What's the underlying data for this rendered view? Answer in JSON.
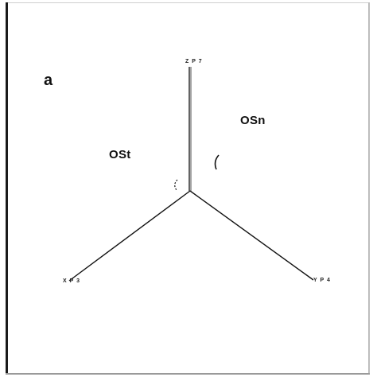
{
  "figure": {
    "panel_label": "a",
    "regions": {
      "left": "OSt",
      "right": "OSn"
    },
    "axes": {
      "z_label": "Z P 7",
      "x_label": "X P 3",
      "y_label": "Y P 4"
    }
  }
}
